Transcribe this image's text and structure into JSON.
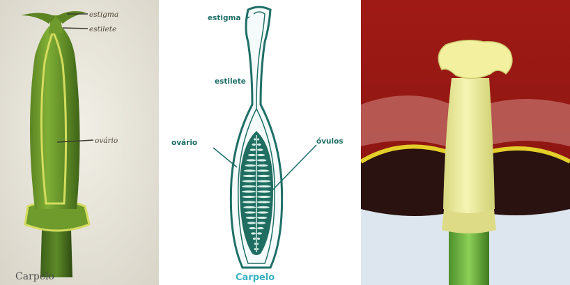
{
  "panels": {
    "illustration": {
      "labels": {
        "stigma": "estigma",
        "style": "estilete",
        "ovary": "ovário"
      },
      "caption": "Carpelo"
    },
    "diagram": {
      "labels": {
        "stigma": "estigma",
        "style": "estilete",
        "ovary": "ovário",
        "ovules": "óvulos"
      },
      "caption": "Carpelo"
    },
    "photo": {}
  },
  "colors": {
    "carpel_green": "#6f9a2c",
    "carpel_yellow": "#d4dc5e",
    "diagram_teal": "#1e6f66",
    "caption_blue": "#38b3c2",
    "tulip_red": "#9c1a16",
    "pistil_cream": "#f1f0a4",
    "stem_green": "#6fb13a"
  }
}
